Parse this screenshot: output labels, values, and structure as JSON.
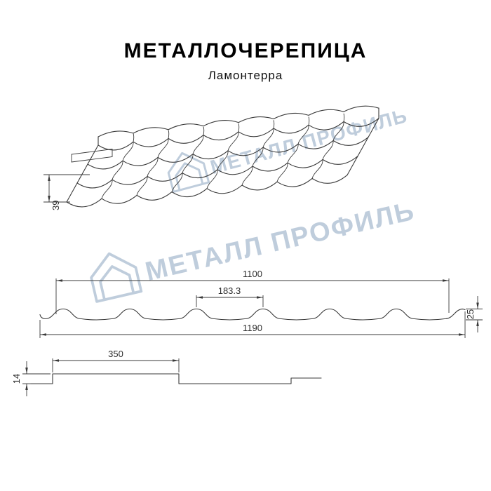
{
  "header": {
    "title": "МЕТАЛЛОЧЕРЕПИЦА",
    "subtitle": "Ламонтерра"
  },
  "watermark": {
    "text": "МЕТАЛЛ ПРОФИЛЬ",
    "color": "#b9c8d9"
  },
  "dims": {
    "front_height": "39",
    "cover_width": "1100",
    "wave_step": "183.3",
    "profile_height": "25",
    "total_width": "1190",
    "module_length": "350",
    "step_height": "14"
  },
  "colors": {
    "line": "#3a3a3a",
    "watermark": "#b9c8d9",
    "background": "#ffffff",
    "title": "#000000"
  }
}
